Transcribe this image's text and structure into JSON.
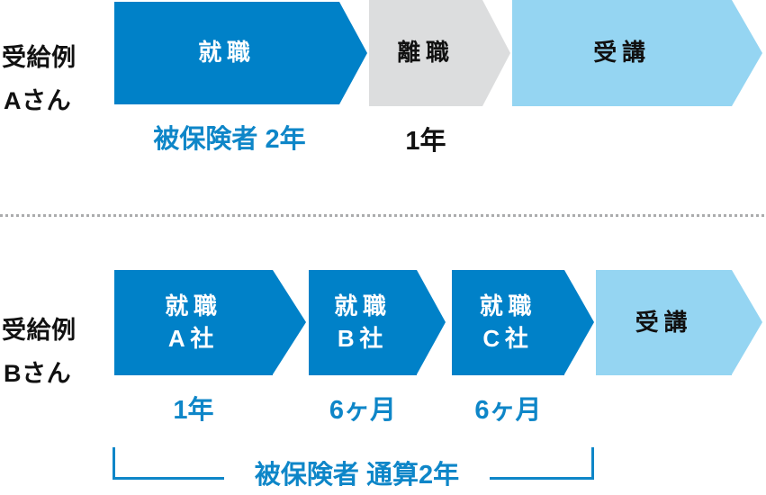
{
  "colors": {
    "blue": "#0081C8",
    "light_blue": "#95D5F2",
    "gray": "#DCDDDE",
    "text_blue": "#0E86C8",
    "text_black": "#111111",
    "divider_gray": "#ABACAD",
    "bg": "#FFFFFF"
  },
  "example_a": {
    "label_line1": "受給例",
    "label_line2": "Aさん",
    "steps": [
      {
        "label": "就職",
        "duration": "被保険者 2年"
      },
      {
        "label": "離職",
        "duration": "1年"
      },
      {
        "label": "受講",
        "duration": ""
      }
    ]
  },
  "example_b": {
    "label_line1": "受給例",
    "label_line2": "Bさん",
    "steps": [
      {
        "label_line1": "就職",
        "label_line2": "A社",
        "duration": "1年"
      },
      {
        "label_line1": "就職",
        "label_line2": "B社",
        "duration": "6ヶ月"
      },
      {
        "label_line1": "就職",
        "label_line2": "C社",
        "duration": "6ヶ月"
      },
      {
        "label": "受講",
        "duration": ""
      }
    ],
    "bracket_label": "被保険者 通算2年"
  }
}
